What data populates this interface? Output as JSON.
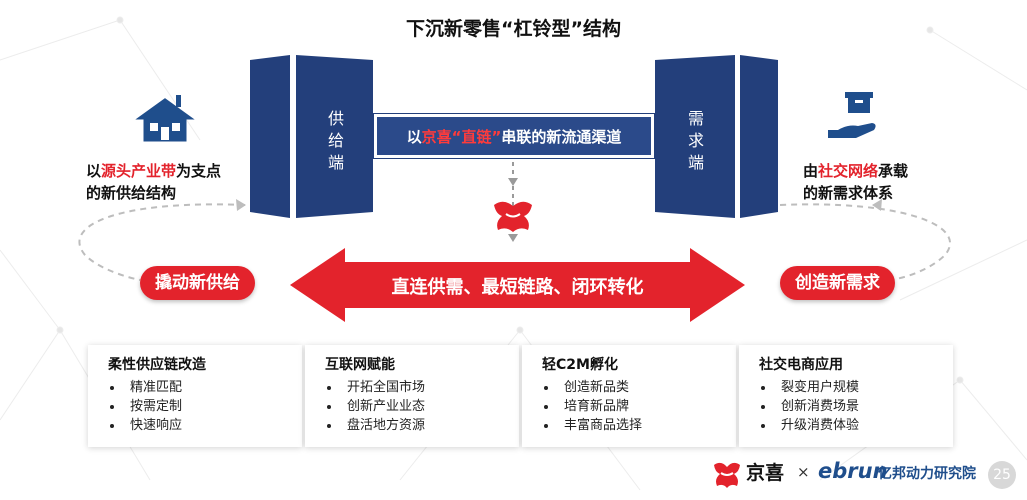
{
  "title": "下沉新零售“杠铃型”结构",
  "supply": {
    "block_label": "供给端",
    "note_prefix": "以",
    "note_highlight": "源头产业带",
    "note_suffix": "为支点",
    "note_line2": "的新供给结构",
    "pill": "撬动新供给"
  },
  "demand": {
    "block_label": "需求端",
    "note_prefix": "由",
    "note_highlight": "社交网络",
    "note_suffix": "承载",
    "note_line2": "的新需求体系",
    "pill": "创造新需求"
  },
  "bar": {
    "prefix": "以",
    "brand": "京喜",
    "quoted": "“直链”",
    "suffix": "串联的新流通渠道"
  },
  "arrow_text": "直连供需、最短链路、闭环转化",
  "cards": [
    {
      "title": "柔性供应链改造",
      "items": [
        "精准匹配",
        "按需定制",
        "快速响应"
      ]
    },
    {
      "title": "互联网赋能",
      "items": [
        "开拓全国市场",
        "创新产业业态",
        "盘活地方资源"
      ]
    },
    {
      "title": "轻C2M孵化",
      "items": [
        "创造新品类",
        "培育新品牌",
        "丰富商品选择"
      ]
    },
    {
      "title": "社交电商应用",
      "items": [
        "裂变用户规模",
        "创新消费场景",
        "升级消费体验"
      ]
    }
  ],
  "footer": {
    "brand1": "京喜",
    "times": "×",
    "brand2": "ebrun",
    "brand3": "亿邦动力研究院",
    "page": "25"
  },
  "colors": {
    "navy": "#233f7b",
    "bar_blue": "#2b4a8a",
    "red": "#e3232c",
    "icon_blue": "#1f4e8c"
  }
}
